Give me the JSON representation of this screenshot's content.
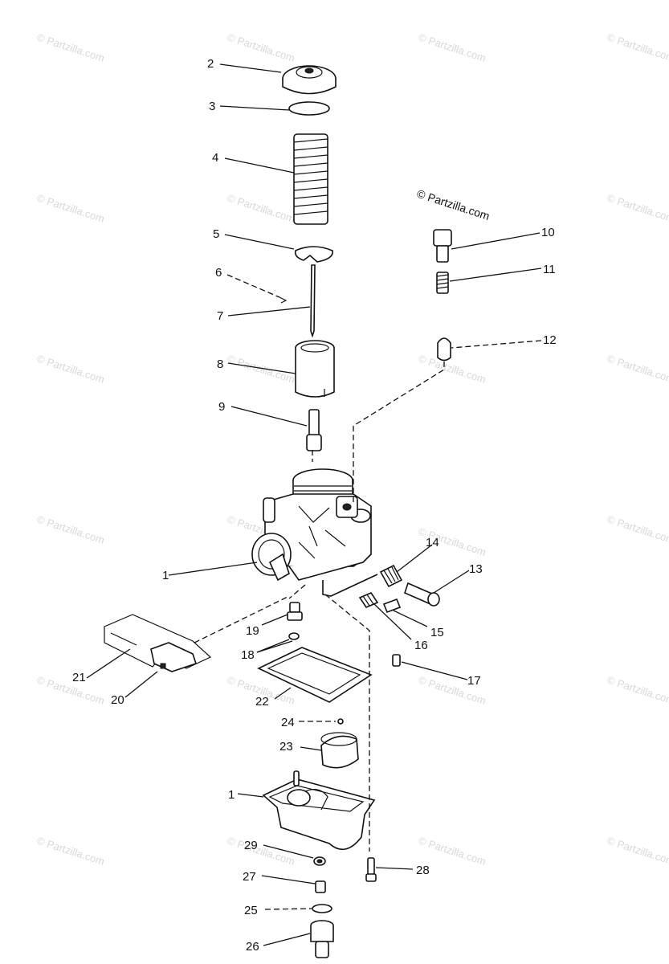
{
  "watermark": {
    "text": "© Partzilla.com"
  },
  "labels": {
    "l1a": "1",
    "l1b": "1",
    "l2": "2",
    "l3": "3",
    "l4": "4",
    "l5": "5",
    "l6": "6",
    "l7": "7",
    "l8": "8",
    "l9": "9",
    "l10": "10",
    "l11": "11",
    "l12": "12",
    "l13": "13",
    "l14": "14",
    "l15": "15",
    "l16": "16",
    "l17": "17",
    "l18": "18",
    "l19": "19",
    "l20": "20",
    "l21": "21",
    "l22": "22",
    "l23": "23",
    "l24": "24",
    "l25": "25",
    "l26": "26",
    "l27": "27",
    "l28": "28",
    "l29": "29"
  },
  "colors": {
    "ink": "#111111",
    "watermark": "#d8d8d8",
    "background": "#ffffff"
  }
}
